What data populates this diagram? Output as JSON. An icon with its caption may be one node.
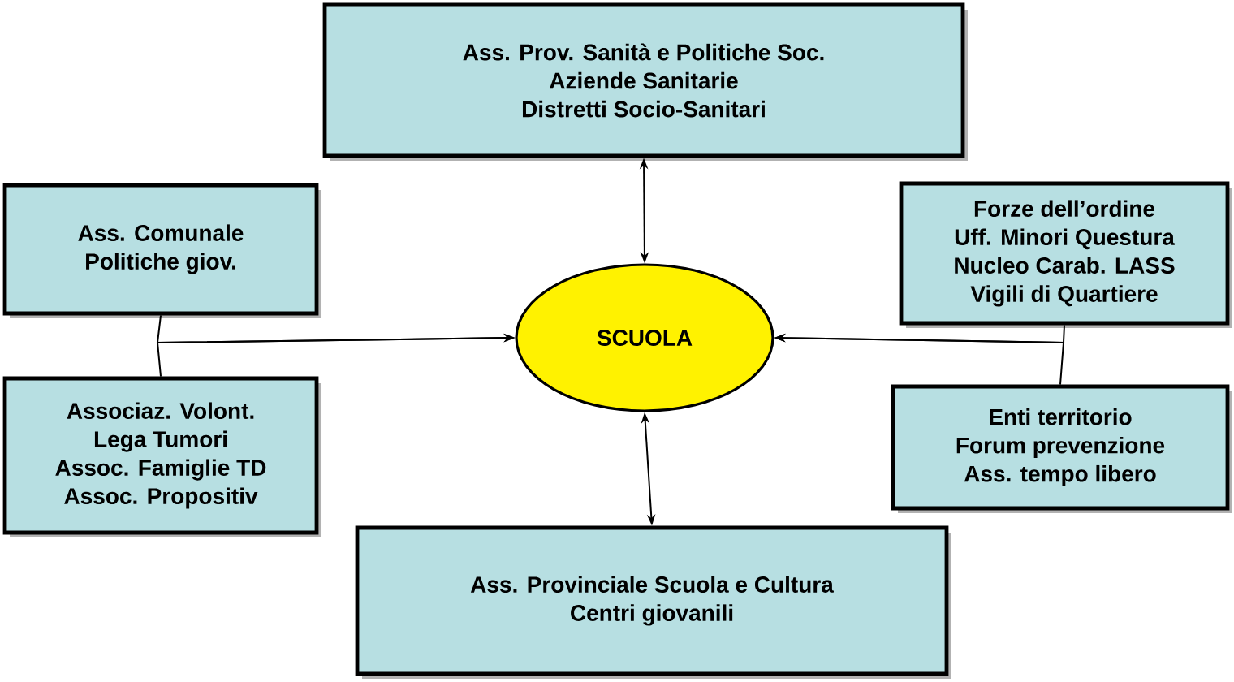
{
  "diagram": {
    "nodes": [
      {
        "text": [
          "Ass. Prov. Sanità e Politiche Soc.",
          "Aziende Sanitarie",
          "Distretti Socio-Sanitari"
        ]
      },
      {
        "text": [
          "Ass. Comunale",
          "Politiche giov."
        ]
      },
      {
        "text": [
          "Forze dell’ordine",
          "Uff. Minori Questura",
          "Nucleo Carab. LASS",
          "Vigili di Quartiere"
        ]
      },
      {
        "text": [
          "SCUOLA"
        ]
      },
      {
        "text": [
          "Associaz. Volont.",
          "Lega Tumori",
          "Assoc. Famiglie TD",
          "Assoc. Propositiv"
        ]
      },
      {
        "text": [
          "Enti territorio",
          "Forum prevenzione",
          "Ass. tempo libero"
        ]
      },
      {
        "text": [
          "Ass. Provinciale Scuola e Cultura",
          "Centri giovanili"
        ]
      }
    ],
    "edges": [
      {
        "from": 0,
        "to": 3,
        "arrow": "both"
      },
      {
        "from": 1,
        "to": 3,
        "arrow": "to"
      },
      {
        "from": 4,
        "to": 3,
        "arrow": "to"
      },
      {
        "from": 2,
        "to": 3,
        "arrow": "to"
      },
      {
        "from": 5,
        "to": 3,
        "arrow": "to"
      },
      {
        "from": 6,
        "to": 3,
        "arrow": "both"
      }
    ]
  }
}
